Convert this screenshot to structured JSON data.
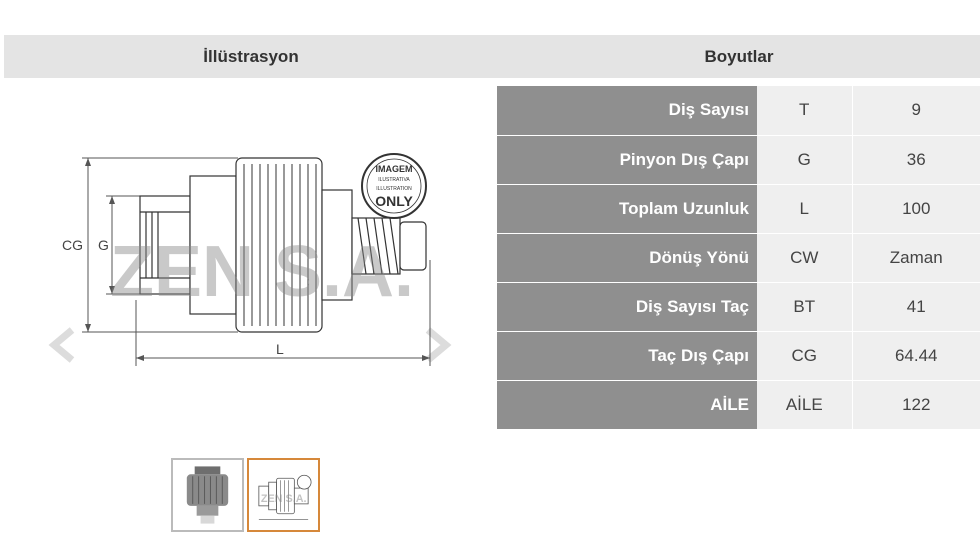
{
  "header": {
    "left_title": "İllüstrasyon",
    "right_title": "Boyutlar"
  },
  "illustration": {
    "stamp_top": "IMAGEM",
    "stamp_sub1": "ILUSTRATIVA",
    "stamp_sub2": "ILLUSTRATION",
    "stamp_bottom": "ONLY",
    "watermark": "ZEN S.A.",
    "dim_cg": "CG",
    "dim_g": "G",
    "dim_l": "L"
  },
  "dimensions": [
    {
      "label": "Diş Sayısı",
      "symbol": "T",
      "value": "9"
    },
    {
      "label": "Pinyon Dış Çapı",
      "symbol": "G",
      "value": "36"
    },
    {
      "label": "Toplam Uzunluk",
      "symbol": "L",
      "value": "100"
    },
    {
      "label": "Dönüş Yönü",
      "symbol": "CW",
      "value": "Zaman"
    },
    {
      "label": "Diş Sayısı Taç",
      "symbol": "BT",
      "value": "41"
    },
    {
      "label": "Taç Dış Çapı",
      "symbol": "CG",
      "value": "64.44"
    },
    {
      "label": "AİLE",
      "symbol": "AİLE",
      "value": "122"
    }
  ]
}
